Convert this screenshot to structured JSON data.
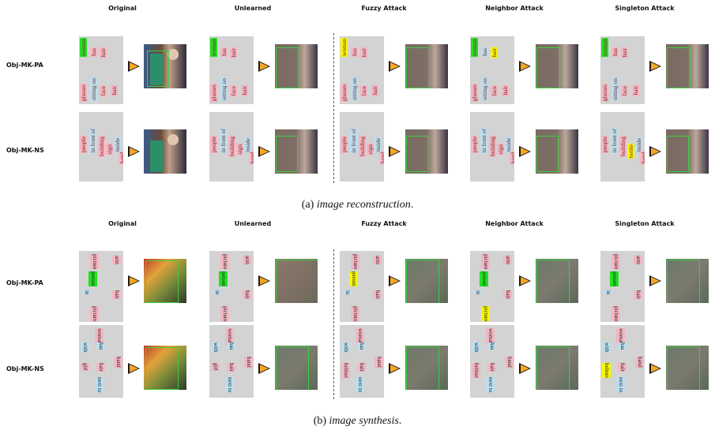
{
  "columns": [
    "Original",
    "Unlearned",
    "Fuzzy Attack",
    "Neighbor Attack",
    "Singleton Attack"
  ],
  "rows": [
    "Obj-MK-PA",
    "Obj-MK-NS"
  ],
  "captions": {
    "a_label": "(a)",
    "a_text": "image reconstruction",
    "b_label": "(b)",
    "b_text": "image synthesis"
  },
  "top_panels": {
    "pa": [
      "woman",
      "has",
      "hair"
    ],
    "pa2": [
      "glasses",
      "sitting on",
      "face",
      "hair"
    ],
    "ns": [
      "people",
      "in front of",
      "building",
      "sign",
      "inside",
      "hand"
    ],
    "ns_singleton": [
      "people",
      "in front of",
      "building",
      "bottle",
      "inside",
      "hand"
    ]
  },
  "bottom_panels": {
    "pa": [
      "picture",
      "in",
      "person",
      "arm",
      "hair",
      "picture"
    ],
    "ns": [
      "woman",
      "with",
      "has",
      "girl",
      "hair",
      "hand",
      "next to"
    ],
    "ns_attack": [
      "woman",
      "with",
      "has",
      "helmet",
      "hair",
      "hand",
      "next to"
    ]
  },
  "colors": {
    "panel_bg": "#d3d3d3",
    "pink": "#f4b6c2",
    "blue": "#b9dff0",
    "green": "#22e022",
    "yellow": "#f6f600",
    "arrow": "#f5a623",
    "box": "#3ad13a"
  }
}
